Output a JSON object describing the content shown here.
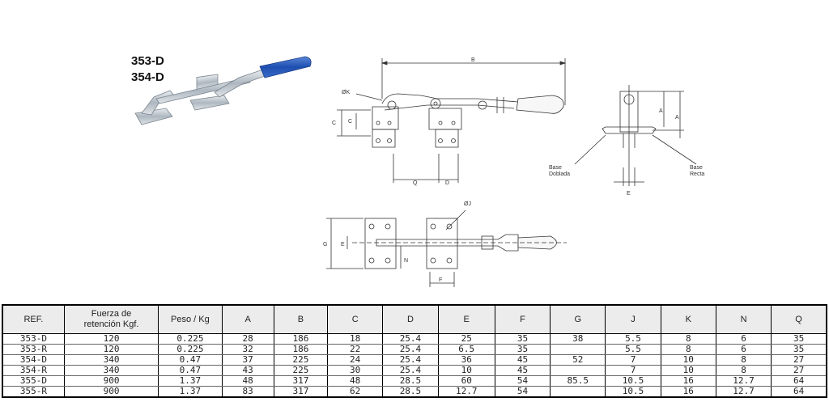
{
  "models": [
    "353-D",
    "354-D"
  ],
  "diagram_labels": {
    "side": {
      "B": "B",
      "OK": "ØK",
      "C_outer": "C",
      "C_inner": "C",
      "Q": "Q",
      "D": "D"
    },
    "end": {
      "A_inner": "A",
      "A_outer": "A",
      "E": "E",
      "base_left_1": "Base",
      "base_left_2": "Doblada",
      "base_right_1": "Base",
      "base_right_2": "Recta"
    },
    "top": {
      "OJ": "ØJ",
      "G": "G",
      "E": "E",
      "N": "N",
      "F": "F"
    }
  },
  "table": {
    "headers": [
      {
        "line1": "REF.",
        "line2": ""
      },
      {
        "line1": "Fuerza de",
        "line2": "retención Kgf."
      },
      {
        "line1": "Peso / Kg",
        "line2": ""
      },
      {
        "line1": "A",
        "line2": ""
      },
      {
        "line1": "B",
        "line2": ""
      },
      {
        "line1": "C",
        "line2": ""
      },
      {
        "line1": "D",
        "line2": ""
      },
      {
        "line1": "E",
        "line2": ""
      },
      {
        "line1": "F",
        "line2": ""
      },
      {
        "line1": "G",
        "line2": ""
      },
      {
        "line1": "J",
        "line2": ""
      },
      {
        "line1": "K",
        "line2": ""
      },
      {
        "line1": "N",
        "line2": ""
      },
      {
        "line1": "Q",
        "line2": ""
      }
    ],
    "rows": [
      [
        "353-D",
        "120",
        "0.225",
        "28",
        "186",
        "18",
        "25.4",
        "25",
        "35",
        "38",
        "5.5",
        "8",
        "6",
        "35"
      ],
      [
        "353-R",
        "120",
        "0.225",
        "32",
        "186",
        "22",
        "25.4",
        "6.5",
        "35",
        "",
        "5.5",
        "8",
        "6",
        "35"
      ],
      [
        "354-D",
        "340",
        "0.47",
        "37",
        "225",
        "24",
        "25.4",
        "36",
        "45",
        "52",
        "7",
        "10",
        "8",
        "27"
      ],
      [
        "354-R",
        "340",
        "0.47",
        "43",
        "225",
        "30",
        "25.4",
        "10",
        "45",
        "",
        "7",
        "10",
        "8",
        "27"
      ],
      [
        "355-D",
        "900",
        "1.37",
        "48",
        "317",
        "48",
        "28.5",
        "60",
        "54",
        "85.5",
        "10.5",
        "16",
        "12.7",
        "64"
      ],
      [
        "355-R",
        "900",
        "1.37",
        "83",
        "317",
        "62",
        "28.5",
        "12.7",
        "54",
        "",
        "10.5",
        "16",
        "12.7",
        "64"
      ]
    ]
  }
}
